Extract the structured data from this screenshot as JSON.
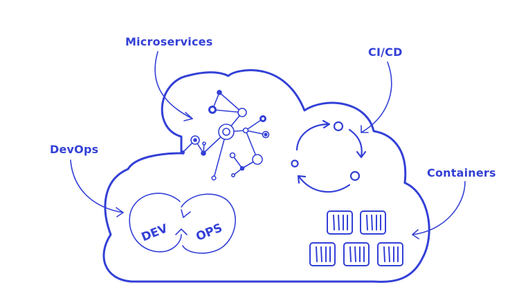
{
  "diagram": {
    "title": "Cloud DevOps concepts sketch",
    "accent_color": "#3340d6",
    "background_color": "#ffffff",
    "labels": {
      "microservices": "Microservices",
      "cicd": "CI/CD",
      "devops": "DevOps",
      "containers": "Containers"
    },
    "devops_loop": {
      "left": "DEV",
      "right": "OPS"
    },
    "icons": {
      "cloud": "cloud-outline",
      "microservices": "network-graph",
      "cicd": "cycle-arrows",
      "devops": "infinity-loop",
      "containers": "stacked-boxes"
    },
    "container_count": 5,
    "cicd_stage_count": 3
  }
}
